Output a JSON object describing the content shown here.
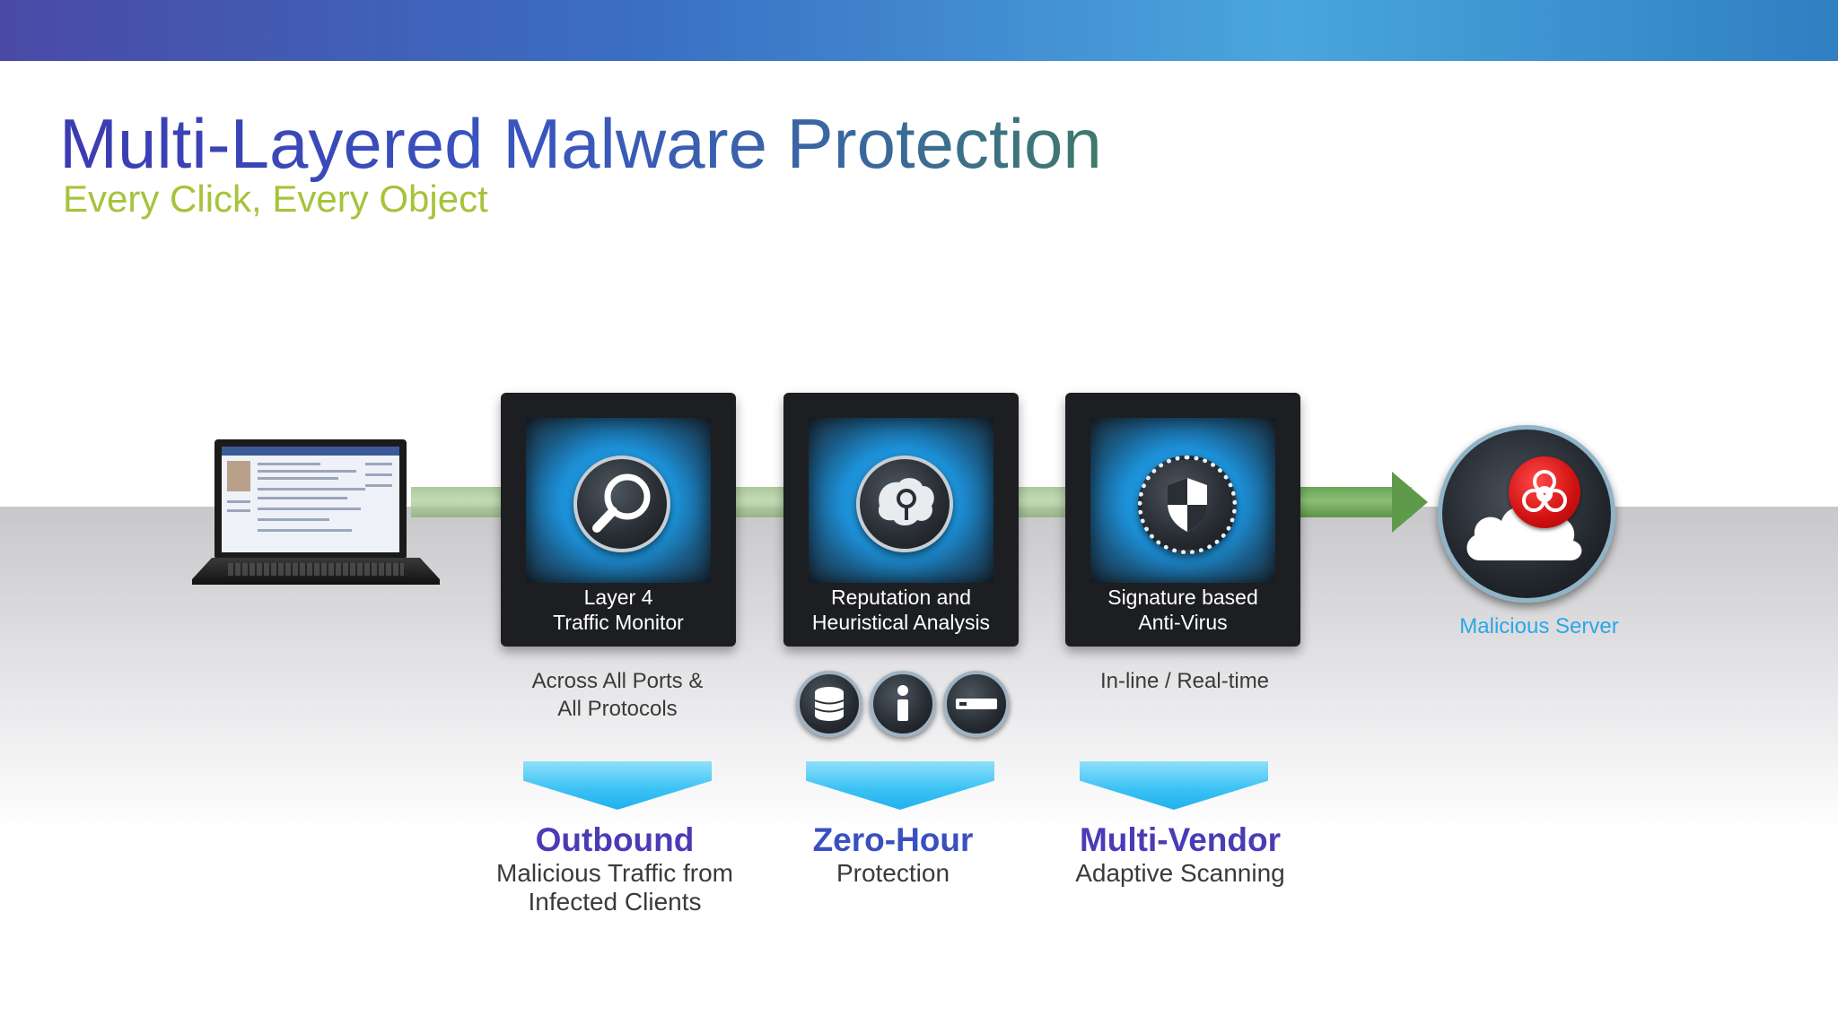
{
  "slide": {
    "title": "Multi-Layered Malware Protection",
    "subtitle": "Every Click, Every Object"
  },
  "layers": [
    {
      "icon": "magnifier-icon",
      "label_lines": [
        "Layer 4",
        "Traffic Monitor"
      ],
      "caption_lines": [
        "Across All Ports &",
        "All Protocols"
      ],
      "benefit_heading": "Outbound",
      "benefit_lines": [
        "Malicious Traffic from",
        "Infected Clients"
      ]
    },
    {
      "icon": "brain-icon",
      "label_lines": [
        "Reputation and",
        "Heuristical Analysis"
      ],
      "caption_icons": [
        "database-icon",
        "info-icon",
        "appliance-icon"
      ],
      "benefit_heading": "Zero-Hour",
      "benefit_lines": [
        "Protection"
      ]
    },
    {
      "icon": "shield-icon",
      "label_lines": [
        "Signature based",
        "Anti-Virus"
      ],
      "caption_lines": [
        "In-line / Real-time"
      ],
      "benefit_heading": "Multi-Vendor",
      "benefit_lines": [
        "Adaptive Scanning"
      ]
    }
  ],
  "endpoint": {
    "icon": "laptop-icon"
  },
  "server": {
    "icon": "biohazard-cloud-icon",
    "label": "Malicious Server"
  },
  "colors": {
    "title": "#3b3bb0",
    "subtitle": "#a6c33a",
    "benefit_heading": "#4b3bb6",
    "server_label": "#2aa7e8",
    "arrow": "#5f9a4a",
    "chevron": "#20b0ee",
    "hazard": "#d01010"
  }
}
